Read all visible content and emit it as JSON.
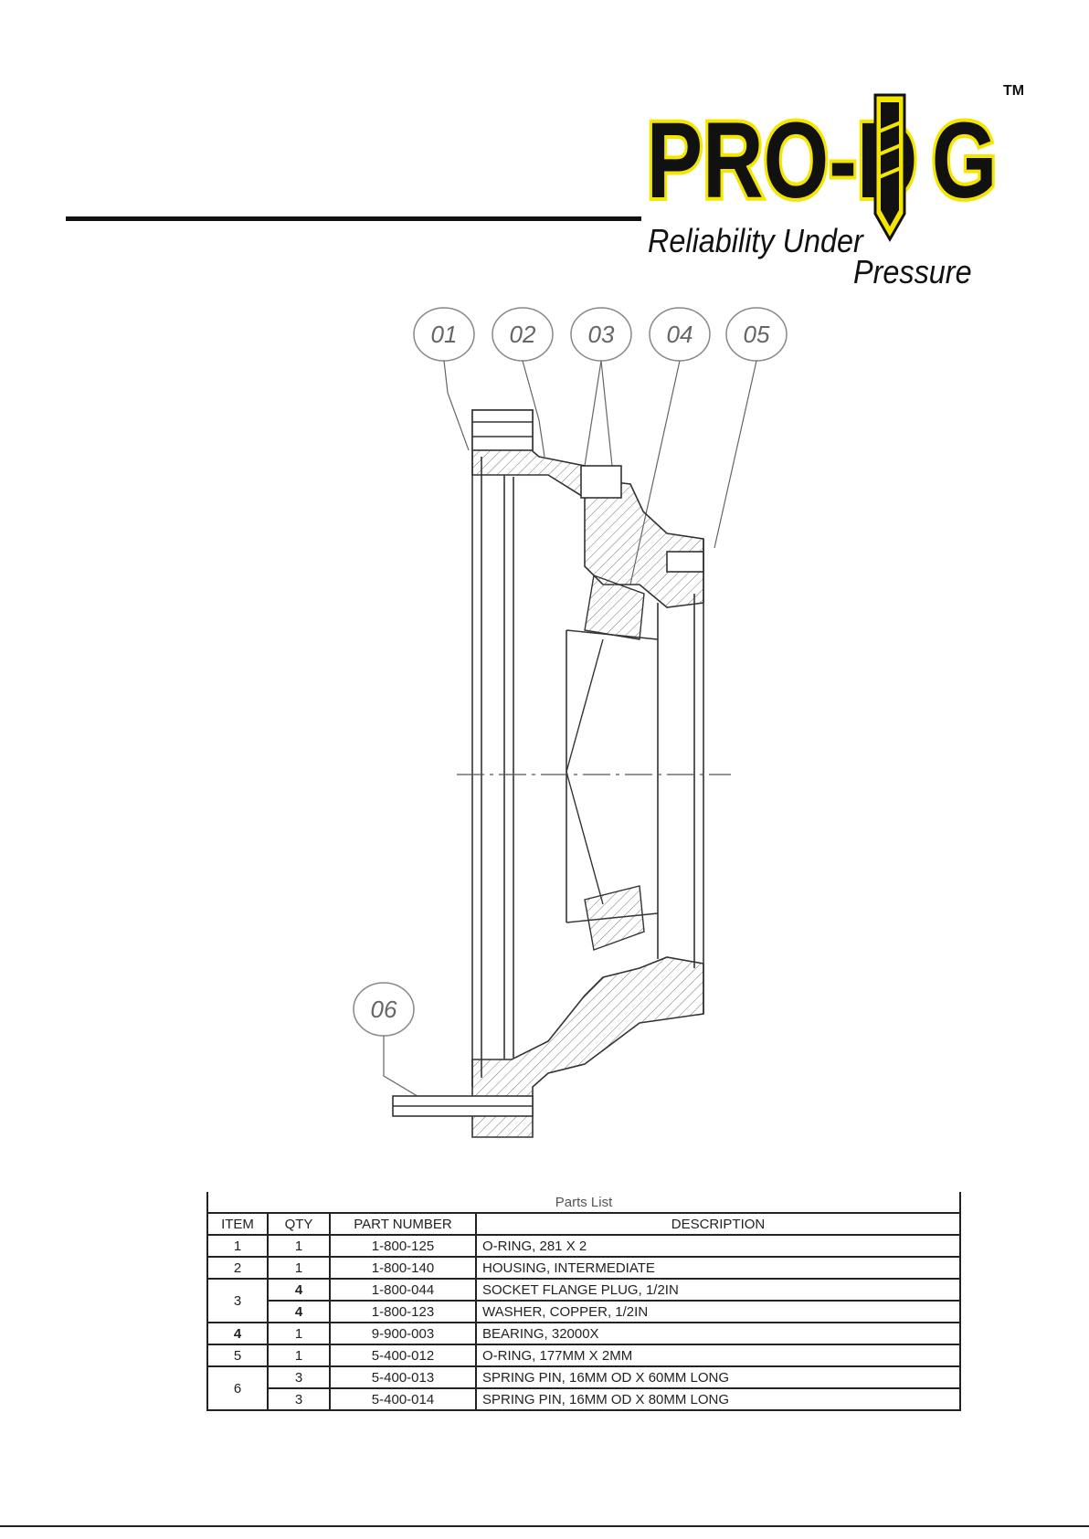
{
  "logo": {
    "brand": "PRO-DIG",
    "trademark": "TM",
    "tagline_line1": "Reliability Under",
    "tagline_line2": "Pressure",
    "colors": {
      "yellow": "#f5e600",
      "black": "#111111"
    }
  },
  "balloons": [
    "01",
    "02",
    "03",
    "04",
    "05",
    "06"
  ],
  "parts_list": {
    "title": "Parts List",
    "headers": {
      "item": "ITEM",
      "qty": "QTY",
      "part_number": "PART NUMBER",
      "description": "DESCRIPTION"
    },
    "rows": [
      {
        "item": "1",
        "qty": "1",
        "part_number": "1-800-125",
        "description": "O-RING, 281 X 2"
      },
      {
        "item": "2",
        "qty": "1",
        "part_number": "1-800-140",
        "description": "HOUSING, INTERMEDIATE"
      },
      {
        "item": "3",
        "qty": "4",
        "part_number": "1-800-044",
        "description": "SOCKET FLANGE PLUG, 1/2IN"
      },
      {
        "item": "",
        "qty": "4",
        "part_number": "1-800-123",
        "description": "WASHER, COPPER, 1/2IN"
      },
      {
        "item": "4",
        "qty": "1",
        "part_number": "9-900-003",
        "description": "BEARING, 32000X"
      },
      {
        "item": "5",
        "qty": "1",
        "part_number": "5-400-012",
        "description": "O-RING, 177MM X 2MM"
      },
      {
        "item": "6",
        "qty": "3",
        "part_number": "5-400-013",
        "description": "SPRING PIN, 16MM OD X 60MM LONG"
      },
      {
        "item": "",
        "qty": "3",
        "part_number": "5-400-014",
        "description": "SPRING PIN, 16MM OD X 80MM LONG"
      }
    ]
  }
}
